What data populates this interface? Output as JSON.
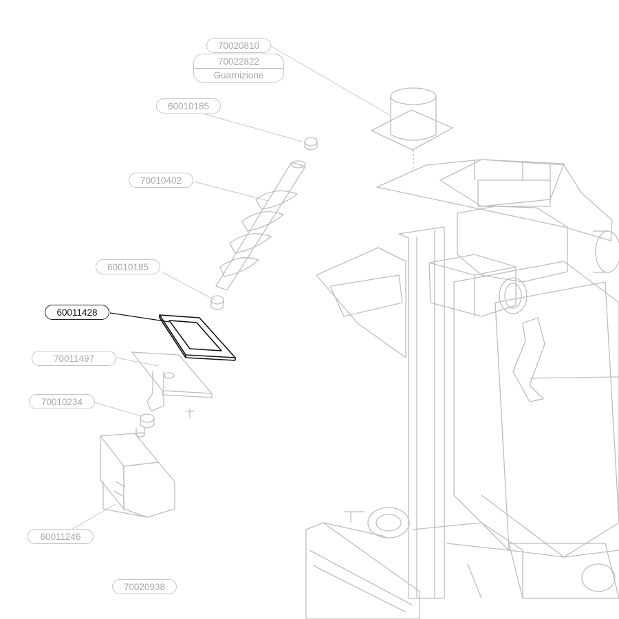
{
  "labels": {
    "top_code": "70020810",
    "top_code_2": "70022822",
    "top_desc": "Guarnizione",
    "bushing_upper": "60010185",
    "auger": "70010402",
    "bushing_lower": "60010185",
    "gasket_selected": "60011428",
    "plate": "70011497",
    "coupling": "70010234",
    "motor": "60011246",
    "bottom": "70020938"
  },
  "colors": {
    "highlight": "#222222",
    "faded": "#bdbdbd"
  }
}
